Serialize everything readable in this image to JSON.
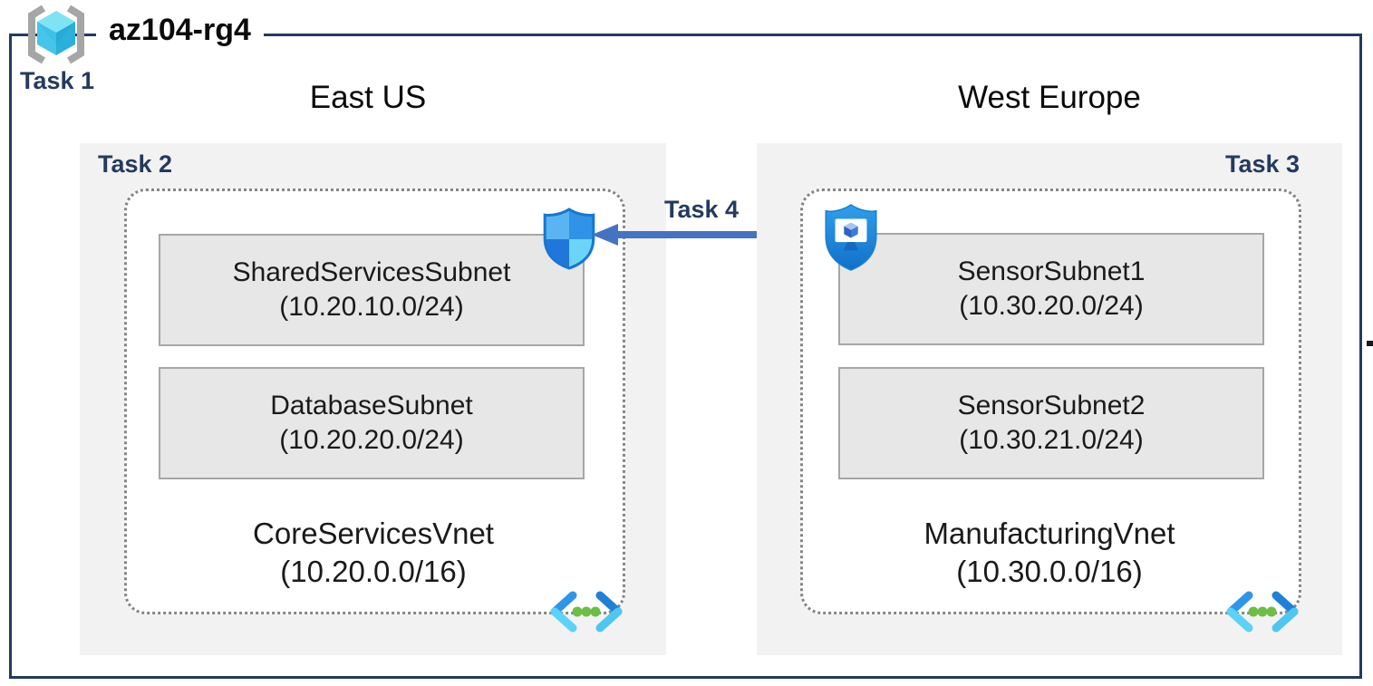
{
  "header": {
    "title": "az104-rg4",
    "task_label": "Task 1",
    "rg_icon": "resource-group-icon"
  },
  "regions": [
    {
      "name": "East US",
      "task_label": "Task 2",
      "vnet": {
        "name": "CoreServicesVnet",
        "cidr": "(10.20.0.0/16)"
      },
      "subnets": [
        {
          "name": "SharedServicesSubnet",
          "cidr": "(10.20.10.0/24)"
        },
        {
          "name": "DatabaseSubnet",
          "cidr": "(10.20.20.0/24)"
        }
      ],
      "icons": {
        "security": "nsg-shield-icon",
        "network": "virtual-network-icon"
      }
    },
    {
      "name": "West Europe",
      "task_label": "Task 3",
      "vnet": {
        "name": "ManufacturingVnet",
        "cidr": "(10.30.0.0/16)"
      },
      "subnets": [
        {
          "name": "SensorSubnet1",
          "cidr": "(10.30.20.0/24)"
        },
        {
          "name": "SensorSubnet2",
          "cidr": "(10.30.21.0/24)"
        }
      ],
      "icons": {
        "security": "bastion-icon",
        "network": "virtual-network-icon"
      }
    }
  ],
  "connection": {
    "task_label": "Task 4",
    "direction": "right-to-left",
    "arrow_color": "#4472C4"
  },
  "colors": {
    "border_navy": "#243A5E",
    "task_text": "#243A5E",
    "region_fill": "#F2F2F2",
    "subnet_fill": "#E7E7E7",
    "subnet_border": "#A6A6A6",
    "vnet_dotted_border": "#858585",
    "arrow": "#4472C4",
    "vnet_dot_green": "#6CBE45"
  }
}
